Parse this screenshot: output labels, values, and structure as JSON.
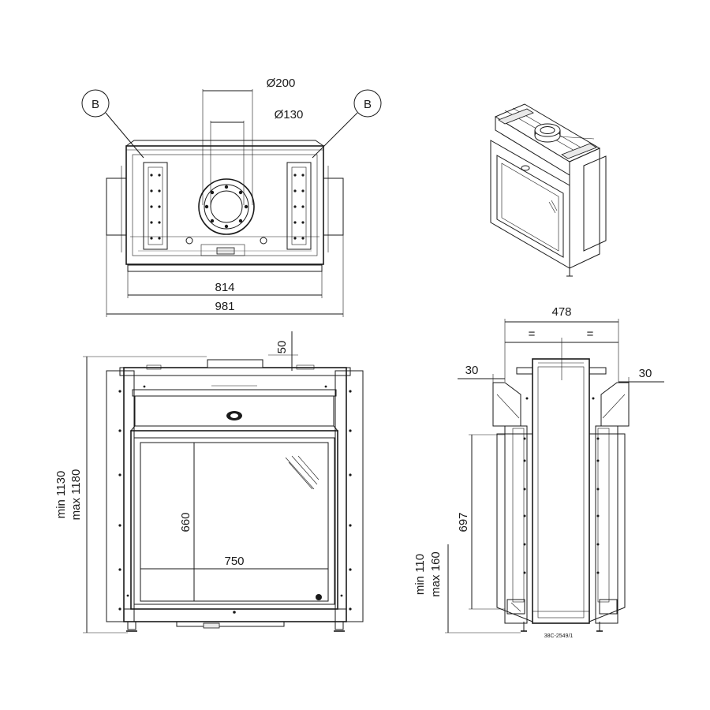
{
  "top_view": {
    "callout_left": "B",
    "callout_right": "B",
    "dia_outer": "Ø200",
    "dia_inner": "Ø130",
    "width_inner": "814",
    "width_outer": "981"
  },
  "front_view": {
    "top_offset": "50",
    "height_min": "min 1130",
    "height_max": "max 1180",
    "glass_height": "660",
    "glass_width": "750"
  },
  "side_view": {
    "depth": "478",
    "equal_left": "=",
    "equal_right": "=",
    "offset_left": "30",
    "offset_right": "30",
    "glass_height": "697",
    "base_min": "min 110",
    "base_max": "max 160",
    "drawing_number": "38C-2549/1"
  }
}
